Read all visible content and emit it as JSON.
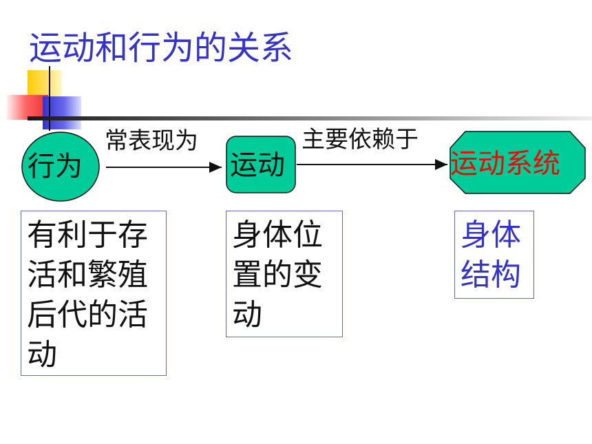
{
  "title": "运动和行为的关系",
  "nodes": {
    "behavior": "行为",
    "movement": "运动",
    "system": "运动系统"
  },
  "edges": {
    "behavior_to_movement": "常表现为",
    "movement_to_system": "主要依赖于"
  },
  "boxes": {
    "behavior_desc": "有利于存\n活和繁殖\n后代的活\n动",
    "movement_desc": "身体位\n置的变\n动",
    "system_desc": "身体\n结构"
  },
  "colors": {
    "node_fill": "#00cc99",
    "title": "#3333cc",
    "system_text": "#ff0000",
    "box_border": "#6666cc"
  }
}
